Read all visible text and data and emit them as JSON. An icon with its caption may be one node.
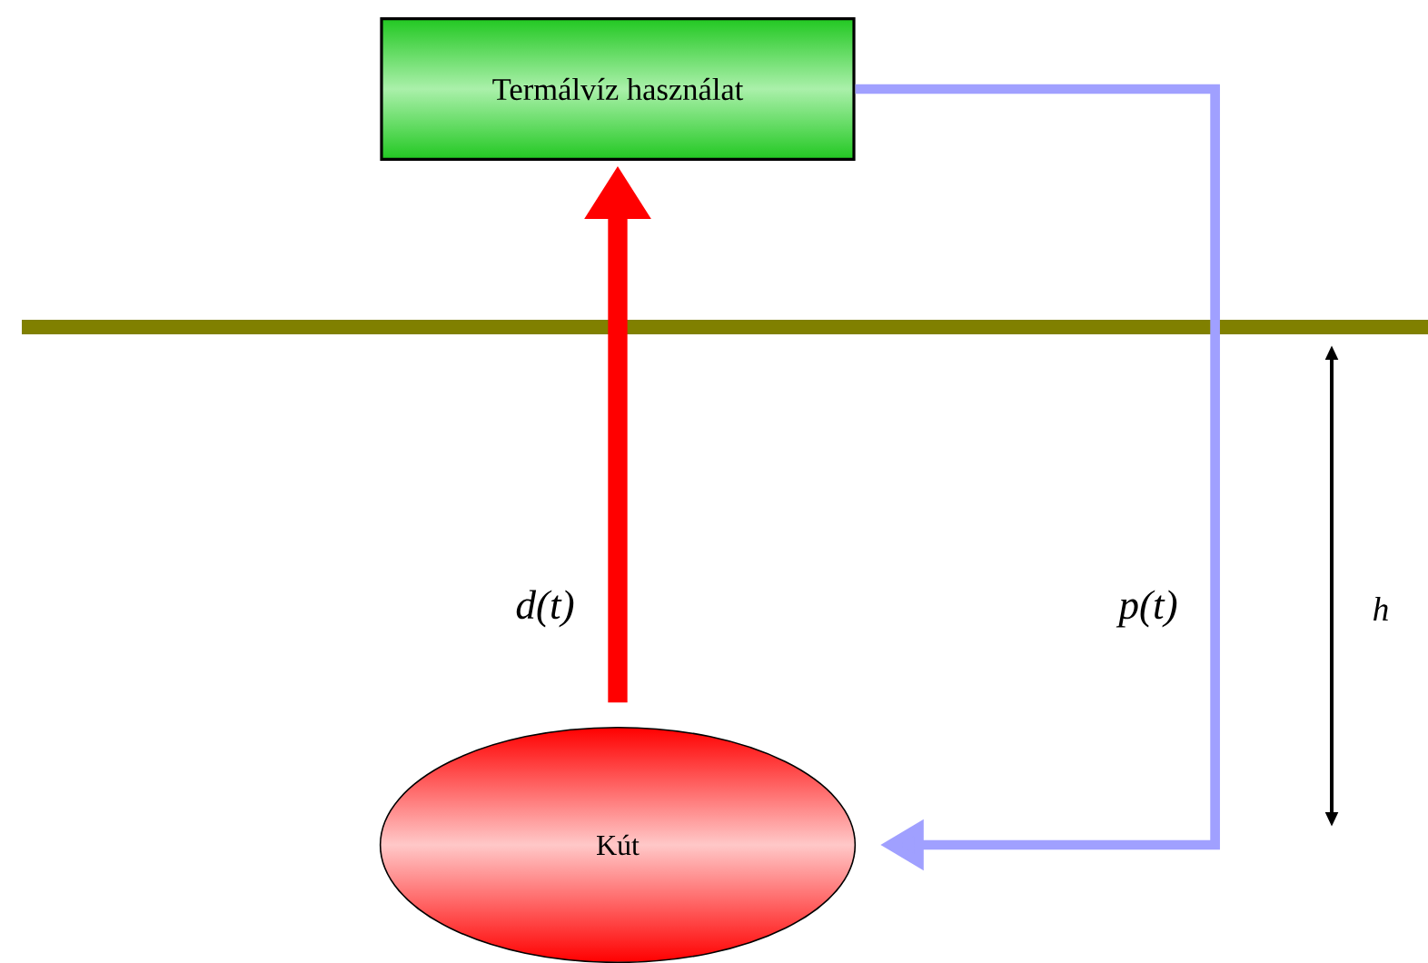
{
  "diagram": {
    "nodes": [
      {
        "text": [
          "Termálvíz használat"
        ]
      },
      {
        "text": [
          "Kút"
        ]
      }
    ],
    "edges": [
      {
        "from": 1,
        "to": 0,
        "arrow": "to",
        "label": "d(t)",
        "style": "thick",
        "color": "#ff0000"
      },
      {
        "from": 0,
        "to": 1,
        "arrow": "to",
        "label": "p(t)",
        "color": "#a0a0ff"
      }
    ],
    "labels": [
      "h"
    ]
  }
}
